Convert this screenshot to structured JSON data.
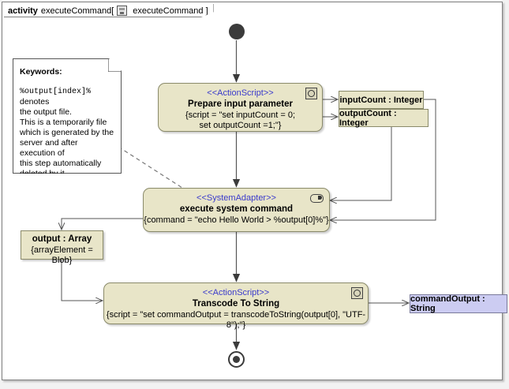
{
  "frame": {
    "tab_keyword": "activity",
    "tab_name": "executeCommand[",
    "tab_icon": "activity-diagram-icon",
    "tab_name2": "executeCommand ]"
  },
  "note": {
    "title": "Keywords:",
    "line1": "%output[index]%",
    "line1_rest": " denotes",
    "line2": "the output file.",
    "line3": "This is a temporarily file",
    "line4": "which is generated by the",
    "line5": "server and after execution of",
    "line6": "this step automatically",
    "line7": "deleted by it."
  },
  "nodes": {
    "prepare": {
      "stereotype": "<<ActionScript>>",
      "name": "Prepare input parameter",
      "body_line1": "{script = \"set inputCount = 0;",
      "body_line2": "set outputCount =1;\"}",
      "icon": "script-icon"
    },
    "execute": {
      "stereotype": "<<SystemAdapter>>",
      "name": "execute system command",
      "body_line1": "{command = \"echo Hello World > %output[0]%\"}",
      "icon": "system-adapter-icon"
    },
    "transcode": {
      "stereotype": "<<ActionScript>>",
      "name": "Transcode To String",
      "body_line1": "{script = \"set commandOutput = transcodeToString(output[0], \"UTF-8\");\"}",
      "icon": "script-icon"
    }
  },
  "pins": {
    "input_count": "inputCount : Integer",
    "output_count": "outputCount : Integer",
    "output_array_name": "output : Array",
    "output_array_body": "{arrayElement = Blob}",
    "command_output": "commandOutput : String"
  },
  "colors": {
    "node_fill": "#e8e5c8",
    "node_border": "#8a8a6a",
    "stereotype_text": "#3a3acc",
    "blue_pin_fill": "#ccccf2",
    "edge": "#555555",
    "frame_border": "#808080",
    "canvas_bg": "#f2f2f2"
  }
}
